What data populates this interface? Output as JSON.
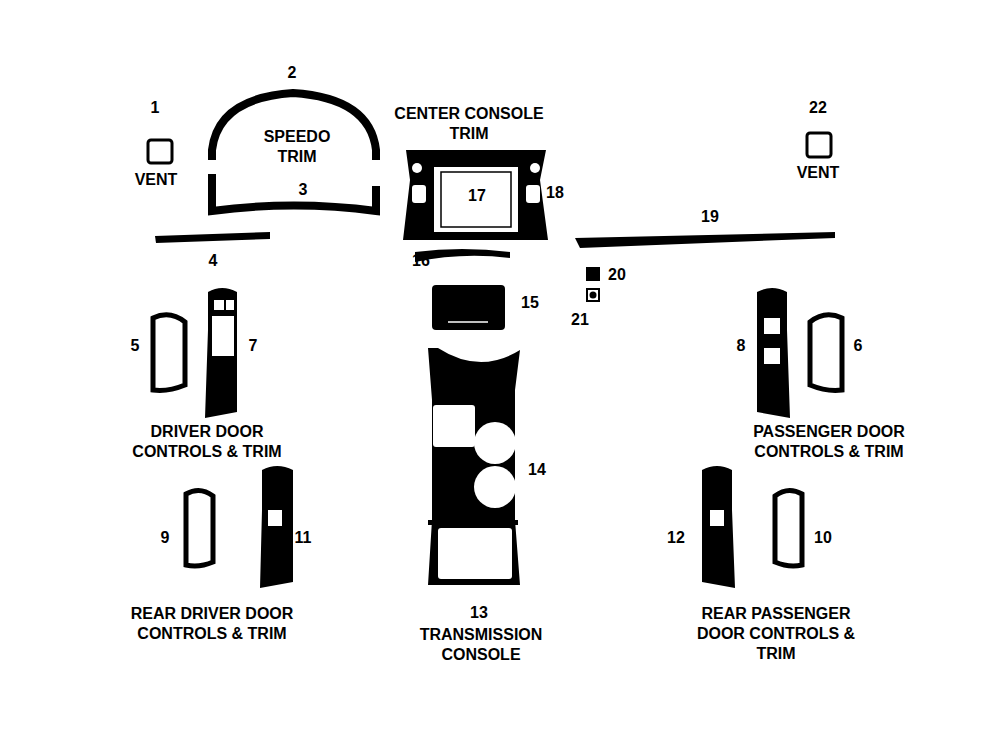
{
  "diagram": {
    "labels": [
      "1",
      "2",
      "SPEEDO TRIM",
      "CENTER CONSOLE TRIM",
      "22",
      "VENT",
      "VENT",
      "3",
      "17",
      "18",
      "19",
      "4",
      "16",
      "20",
      "15",
      "21",
      "5",
      "7",
      "8",
      "6",
      "DRIVER DOOR CONTROLS & TRIM",
      "PASSENGER DOOR CONTROLS & TRIM",
      "14",
      "9",
      "11",
      "12",
      "10",
      "REAR DRIVER DOOR CONTROLS & TRIM",
      "13",
      "REAR PASSENGER DOOR CONTROLS & TRIM",
      "TRANSMISSION CONSOLE"
    ]
  }
}
